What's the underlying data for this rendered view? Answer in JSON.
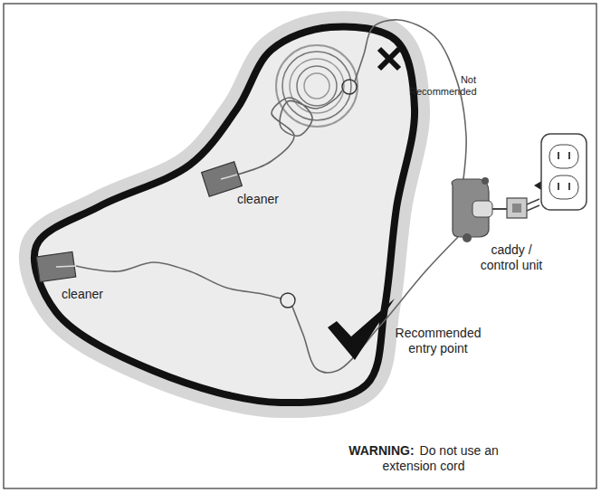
{
  "diagram": {
    "labels": [
      "cleaner",
      "cleaner",
      "Not Recommended",
      "caddy / control unit",
      "Recommended entry point",
      "WARNING:",
      "Do not use an extension cord"
    ]
  }
}
